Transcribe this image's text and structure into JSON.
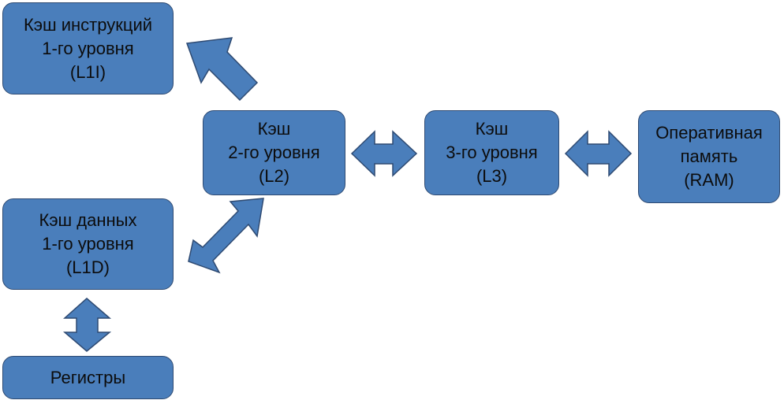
{
  "nodes": {
    "l1i": {
      "lines": [
        "Кэш инструкций",
        "1-го уровня",
        "(L1I)"
      ]
    },
    "l2": {
      "lines": [
        "Кэш",
        "2-го уровня",
        "(L2)"
      ]
    },
    "l3": {
      "lines": [
        "Кэш",
        "3-го уровня",
        "(L3)"
      ]
    },
    "ram": {
      "lines": [
        "Оперативная",
        "память",
        "(RAM)"
      ]
    },
    "l1d": {
      "lines": [
        "Кэш данных",
        "1-го уровня",
        "(L1D)"
      ]
    },
    "reg": {
      "lines": [
        "Регистры"
      ]
    }
  },
  "edges": [
    {
      "from": "l2",
      "to": "l1i",
      "direction": "one-way"
    },
    {
      "from": "l2",
      "to": "l1d",
      "direction": "two-way"
    },
    {
      "from": "l2",
      "to": "l3",
      "direction": "two-way"
    },
    {
      "from": "l3",
      "to": "ram",
      "direction": "two-way"
    },
    {
      "from": "l1d",
      "to": "reg",
      "direction": "two-way"
    }
  ],
  "colors": {
    "box_fill": "#4a7ebb",
    "box_border": "#2e4a72",
    "text": "#0c0c0c"
  }
}
